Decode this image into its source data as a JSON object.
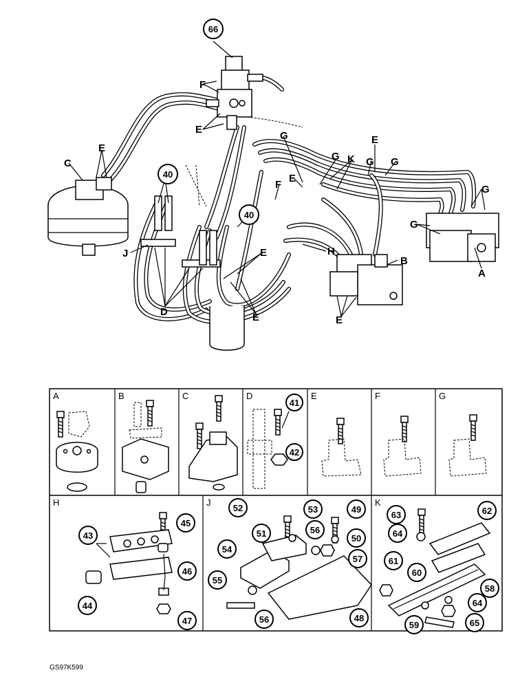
{
  "main_view": {
    "letter_labels": [
      "C",
      "E",
      "F",
      "E",
      "F",
      "G",
      "G",
      "K",
      "G",
      "E",
      "E",
      "G",
      "G",
      "J",
      "H",
      "B",
      "A",
      "D",
      "E",
      "E",
      "E"
    ],
    "callouts": [
      "66",
      "40",
      "40"
    ]
  },
  "detail_panels": [
    {
      "key": "A",
      "title": "A",
      "callouts": []
    },
    {
      "key": "B",
      "title": "B",
      "callouts": []
    },
    {
      "key": "C",
      "title": "C",
      "callouts": []
    },
    {
      "key": "D",
      "title": "D",
      "callouts": [
        "41",
        "42"
      ]
    },
    {
      "key": "E",
      "title": "E",
      "callouts": []
    },
    {
      "key": "F",
      "title": "F",
      "callouts": []
    },
    {
      "key": "G",
      "title": "G",
      "callouts": []
    },
    {
      "key": "H",
      "title": "H",
      "callouts": [
        "45",
        "43",
        "46",
        "44",
        "47"
      ]
    },
    {
      "key": "J",
      "title": "J",
      "callouts": [
        "52",
        "53",
        "49",
        "56",
        "50",
        "51",
        "57",
        "54",
        "55",
        "56",
        "48"
      ]
    },
    {
      "key": "K",
      "title": "K",
      "callouts": [
        "63",
        "62",
        "64",
        "61",
        "60",
        "58",
        "64",
        "59",
        "65"
      ]
    }
  ],
  "figure_code": "GS97K599"
}
